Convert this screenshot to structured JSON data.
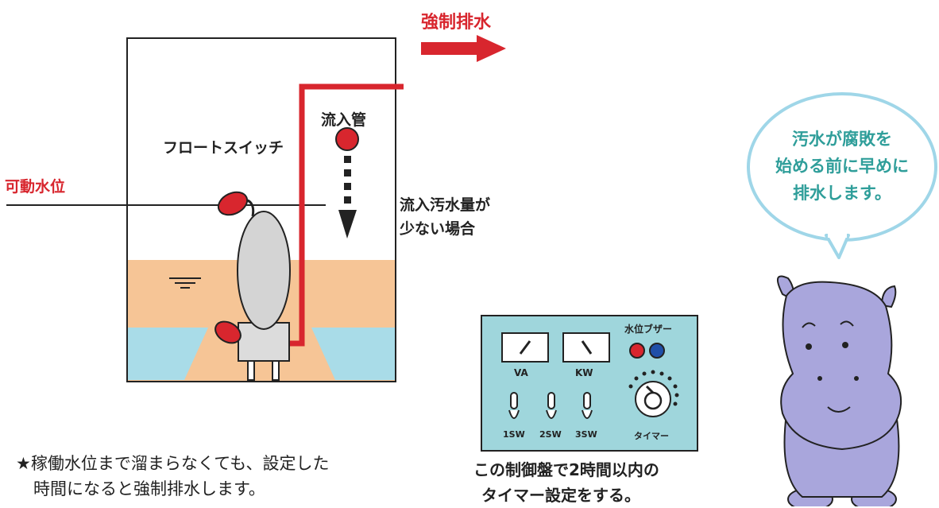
{
  "labels": {
    "forced_drain": "強制排水",
    "inflow_pipe": "流入管",
    "float_switch": "フロートスイッチ",
    "movable_level": "可動水位",
    "low_inflow_line1": "流入汚水量が",
    "low_inflow_line2": "少ない場合"
  },
  "note": {
    "line1": "★稼働水位まで溜まらなくても、設定した",
    "line2": "時間になると強制排水します。"
  },
  "panel": {
    "meter_va": "VA",
    "meter_kw": "KW",
    "buzzer": "水位ブザー",
    "sw1": "1SW",
    "sw2": "2SW",
    "sw3": "3SW",
    "timer": "タイマー",
    "caption_line1": "この制御盤で2時間以内の",
    "caption_line2": "タイマー設定をする。"
  },
  "bubble": {
    "line1": "汚水が腐敗を",
    "line2": "始める前に早めに",
    "line3": "排水します。"
  },
  "colors": {
    "accent_red": "#d8262e",
    "water": "#f6c596",
    "blue_base": "#a9dce8",
    "panel_bg": "#9fd6dc",
    "bubble_border": "#9fd6e8",
    "hippo": "#a9a6dc"
  }
}
